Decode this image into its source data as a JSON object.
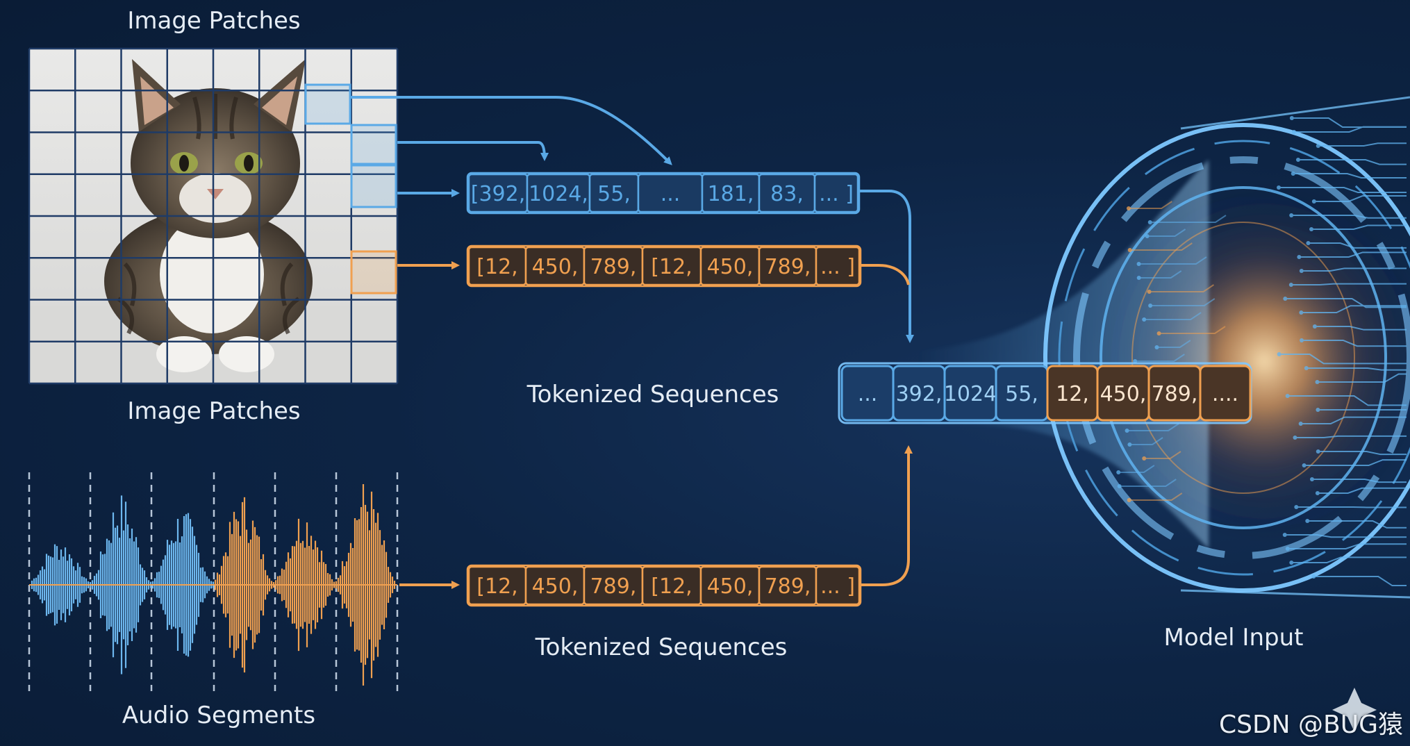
{
  "labels": {
    "image_top": "Image Patches",
    "image_bottom": "Image Patches",
    "tokenized_mid": "Tokenized Sequences",
    "tokenized_bottom": "Tokenized Sequences",
    "audio": "Audio Segments",
    "model_input": "Model Input"
  },
  "sequences": {
    "image_blue": [
      "[392,",
      "1024,",
      "55,",
      "...",
      "181,",
      "83,",
      "... ]"
    ],
    "image_orange": [
      "[12,",
      "450,",
      "789,",
      "[12,",
      "450,",
      "789,",
      "... ]"
    ],
    "audio_orange": [
      "[12,",
      "450,",
      "789,",
      "[12,",
      "450,",
      "789,",
      "... ]"
    ],
    "merged_blue": [
      "...",
      "392,",
      "1024",
      "55,"
    ],
    "merged_orange": [
      "12,",
      "450,",
      "789,",
      "...."
    ]
  },
  "colors": {
    "blue": "#5aa9e6",
    "orange": "#f0a050",
    "cell_blue_bg": "#1a3a62",
    "cell_orange_bg": "#3a2d25"
  },
  "watermark": "CSDN @BUG猿"
}
